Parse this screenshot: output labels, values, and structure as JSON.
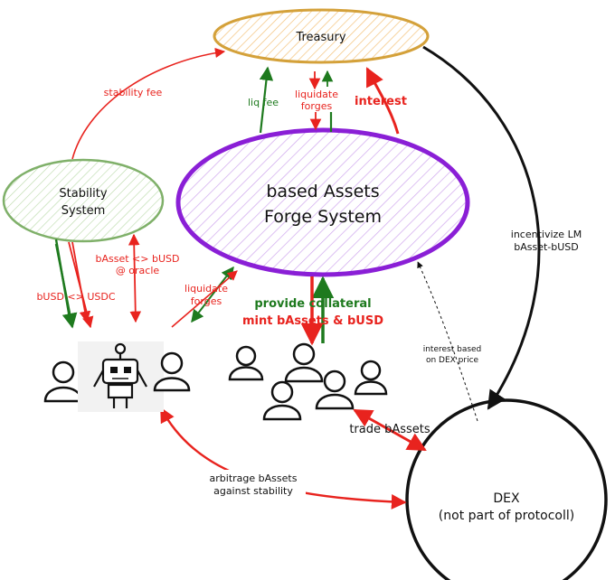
{
  "nodes": {
    "treasury": "Treasury",
    "stability_line1": "Stability",
    "stability_line2": "System",
    "forge_line1": "based Assets",
    "forge_line2": "Forge System",
    "dex_line1": "DEX",
    "dex_line2": "(not part of protocoll)"
  },
  "labels": {
    "stability_fee": "stability fee",
    "liq_fee": "liq fee",
    "liquidate_forges_top_1": "liquidate",
    "liquidate_forges_top_2": "forges",
    "interest": "interest",
    "incentivize_1": "incentivize LM",
    "incentivize_2": "bAsset-bUSD",
    "basset_busd_1": "bAsset <> bUSD",
    "basset_busd_2": "@ oracle",
    "busd_usdc": "bUSD <> USDC",
    "liquidate_forges_left_1": "liquidate",
    "liquidate_forges_left_2": "forges",
    "provide_collateral": "provide collateral",
    "mint_bassets": "mint bAssets & bUSD",
    "interest_dex_1": "interest based",
    "interest_dex_2": "on DEX price",
    "trade_bassets": "trade bAssets",
    "arbitrage_1": "arbitrage bAssets",
    "arbitrage_2": "against stability"
  },
  "colors": {
    "red": "#e8231e",
    "green": "#1e7a1e",
    "treasury_fill": "#f3b55a",
    "treasury_stroke": "#d4a13a",
    "stability_stroke": "#7fb069",
    "forge_stroke": "#8a1fd6",
    "forge_hatch": "#c79be8",
    "black": "#111111"
  }
}
